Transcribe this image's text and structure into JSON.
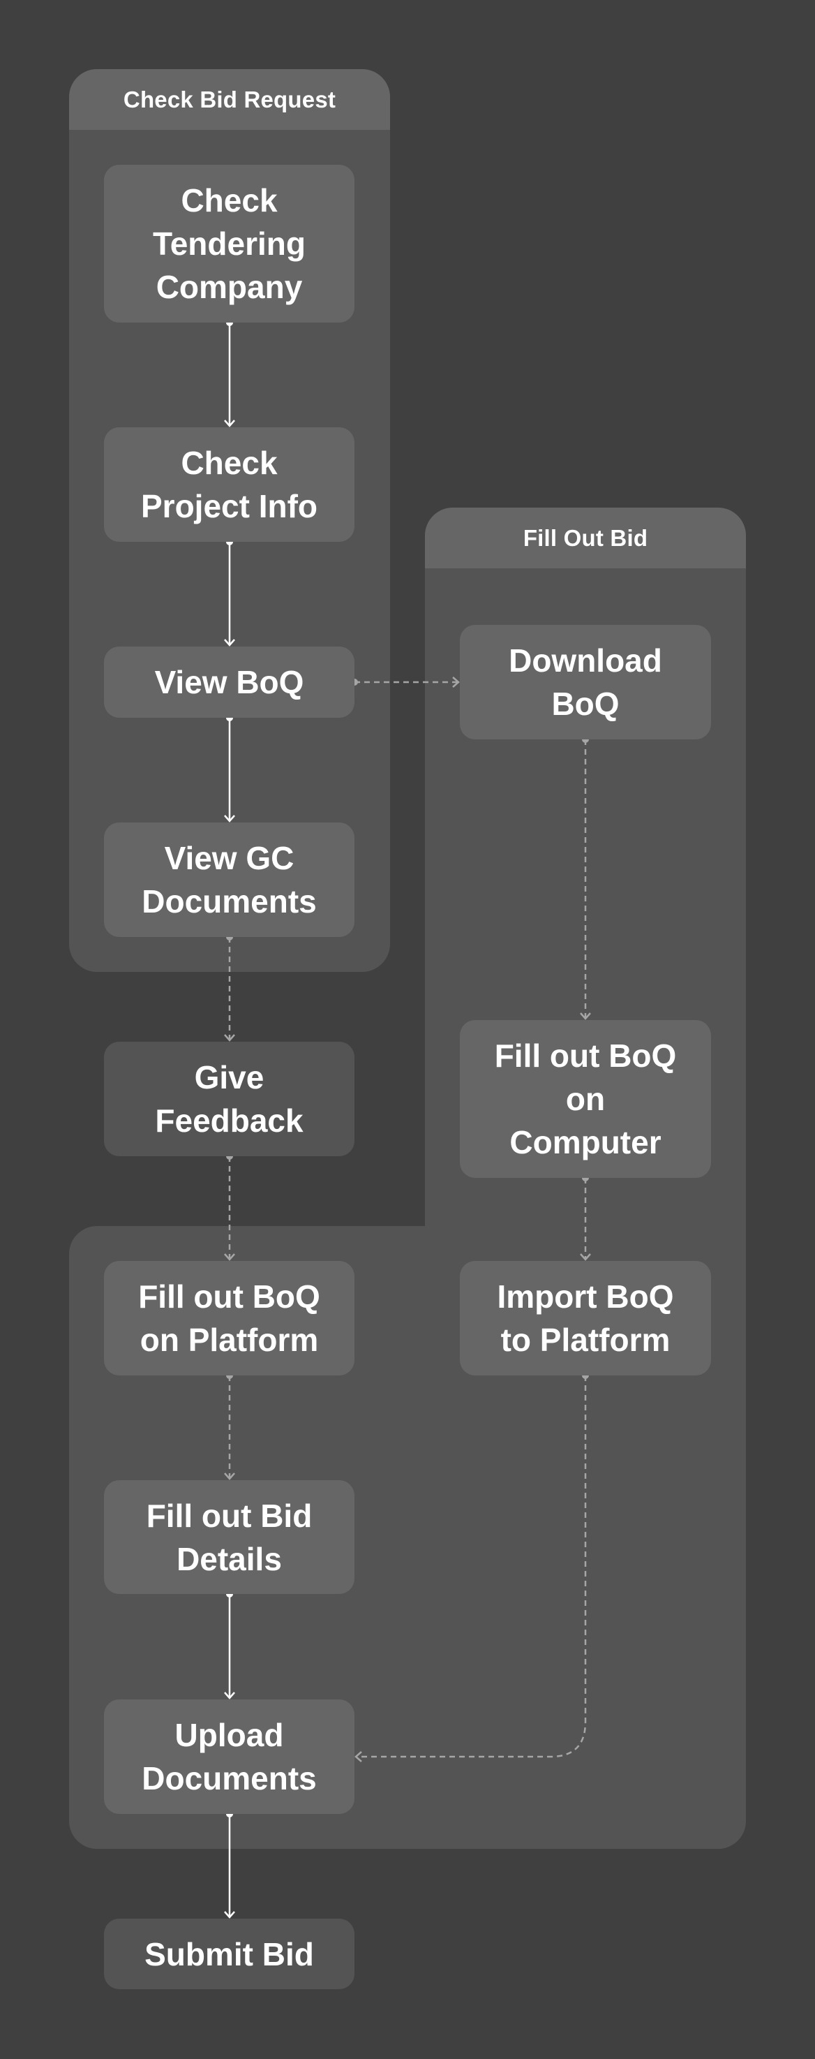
{
  "colors": {
    "background": "#404040",
    "group_body": "#545454",
    "group_header": "#666666",
    "node_in_group": "#666666",
    "node_outside_group": "#545454",
    "solid_edge": "#ffffff",
    "dashed_edge": "#a6a6a6",
    "text": "#ffffff"
  },
  "groups": [
    {
      "id": "check-bid-request",
      "title": "Check Bid Request"
    },
    {
      "id": "fill-out-bid",
      "title": "Fill Out Bid"
    }
  ],
  "nodes": {
    "check_tendering_company": {
      "lines": [
        "Check",
        "Tendering",
        "Company"
      ],
      "group": "Check Bid Request"
    },
    "check_project_info": {
      "lines": [
        "Check",
        "Project Info"
      ],
      "group": "Check Bid Request"
    },
    "view_boq": {
      "lines": [
        "View BoQ"
      ],
      "group": "Check Bid Request"
    },
    "view_gc_documents": {
      "lines": [
        "View GC",
        "Documents"
      ],
      "group": "Check Bid Request"
    },
    "give_feedback": {
      "lines": [
        "Give",
        "Feedback"
      ],
      "group": null
    },
    "download_boq": {
      "lines": [
        "Download",
        "BoQ"
      ],
      "group": "Fill Out Bid"
    },
    "fill_out_boq_on_computer": {
      "lines": [
        "Fill out BoQ",
        "on",
        "Computer"
      ],
      "group": "Fill Out Bid"
    },
    "import_boq_to_platform": {
      "lines": [
        "Import BoQ",
        "to Platform"
      ],
      "group": "Fill Out Bid"
    },
    "fill_out_boq_on_platform": {
      "lines": [
        "Fill out BoQ",
        "on Platform"
      ],
      "group": "Fill Out Bid"
    },
    "fill_out_bid_details": {
      "lines": [
        "Fill out Bid",
        "Details"
      ],
      "group": "Fill Out Bid"
    },
    "upload_documents": {
      "lines": [
        "Upload",
        "Documents"
      ],
      "group": "Fill Out Bid"
    },
    "submit_bid": {
      "lines": [
        "Submit Bid"
      ],
      "group": null
    }
  },
  "edges": [
    {
      "from": "Check Tendering Company",
      "to": "Check Project Info",
      "style": "solid"
    },
    {
      "from": "Check Project Info",
      "to": "View BoQ",
      "style": "solid"
    },
    {
      "from": "View BoQ",
      "to": "View GC Documents",
      "style": "solid"
    },
    {
      "from": "View BoQ",
      "to": "Download BoQ",
      "style": "dashed"
    },
    {
      "from": "View GC Documents",
      "to": "Give Feedback",
      "style": "dashed"
    },
    {
      "from": "Give Feedback",
      "to": "Fill out BoQ on Platform",
      "style": "dashed"
    },
    {
      "from": "Download BoQ",
      "to": "Fill out BoQ on Computer",
      "style": "dashed"
    },
    {
      "from": "Fill out BoQ on Computer",
      "to": "Import BoQ to Platform",
      "style": "dashed"
    },
    {
      "from": "Fill out BoQ on Platform",
      "to": "Fill out Bid Details",
      "style": "dashed"
    },
    {
      "from": "Import BoQ to Platform",
      "to": "Upload Documents",
      "style": "dashed"
    },
    {
      "from": "Fill out Bid Details",
      "to": "Upload Documents",
      "style": "solid"
    },
    {
      "from": "Upload Documents",
      "to": "Submit Bid",
      "style": "solid"
    }
  ]
}
